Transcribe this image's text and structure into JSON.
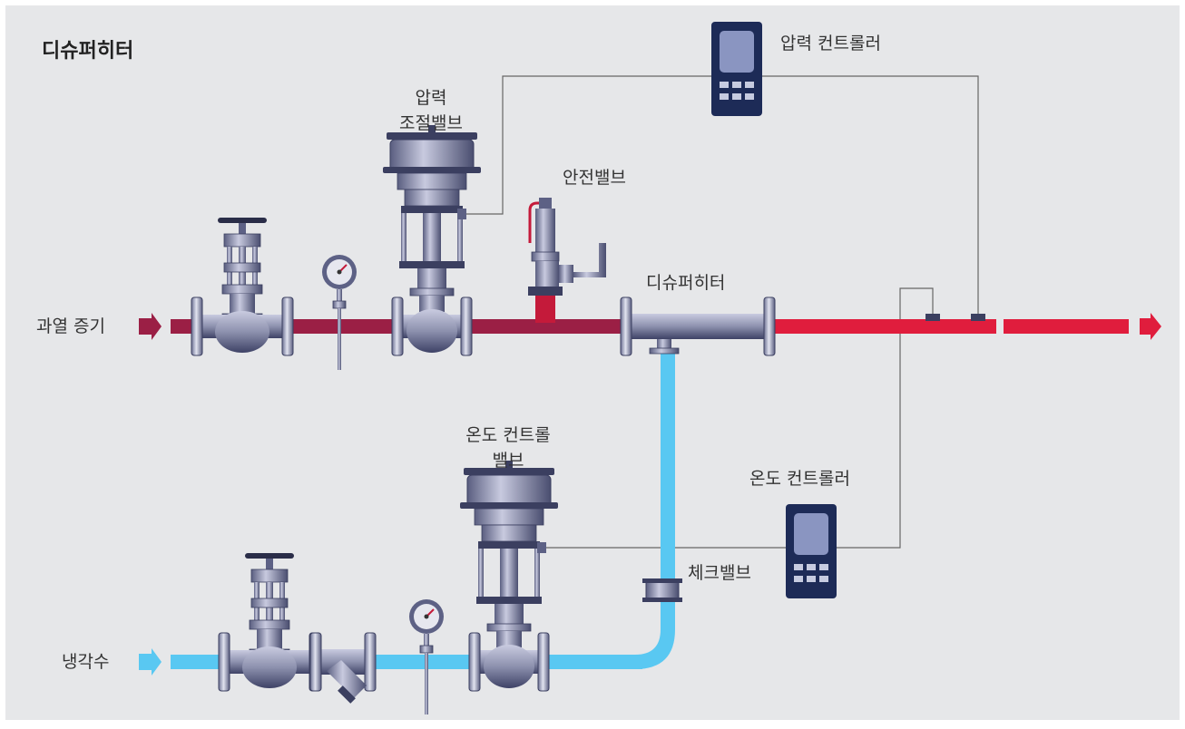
{
  "title": "디슈퍼히터",
  "labels": {
    "pressure_controller": "압력 컨트롤러",
    "pressure_valve_line1": "압력",
    "pressure_valve_line2": "조절밸브",
    "safety_valve": "안전밸브",
    "desuperheater": "디슈퍼히터",
    "superheated_steam": "과열 증기",
    "temp_valve_line1": "온도 컨트롤",
    "temp_valve_line2": "밸브",
    "temp_controller": "온도 컨트롤러",
    "check_valve": "체크밸브",
    "cooling_water": "냉각수"
  },
  "colors": {
    "background": "#e6e7e9",
    "steam_pipe": "#9b1f45",
    "hot_pipe": "#e01d3d",
    "water_pipe": "#59c8f2",
    "controller": "#1d2b57",
    "steel": "#8c90ad"
  },
  "icons": [
    "arrow-right-icon",
    "gauge-icon",
    "controller-icon"
  ]
}
